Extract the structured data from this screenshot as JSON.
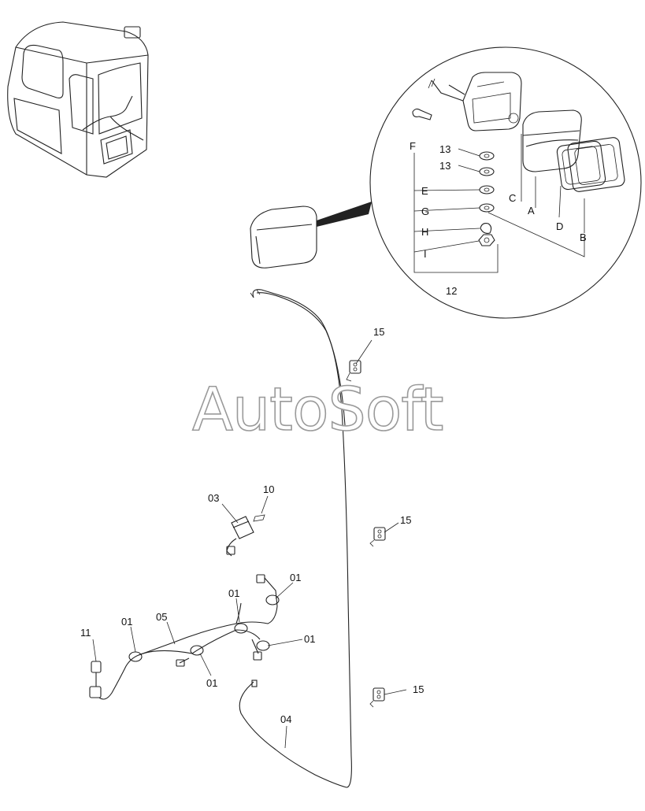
{
  "watermark": "AutoSoft",
  "callouts": {
    "detail": {
      "F": "F",
      "n13a": "13",
      "n13b": "13",
      "E": "E",
      "G": "G",
      "H": "H",
      "I": "I",
      "n12": "12",
      "C": "C",
      "A": "A",
      "D": "D",
      "B": "B"
    },
    "bracket_top": "15",
    "bracket_mid": "15",
    "bracket_bot": "15",
    "switch": "03",
    "pin": "10",
    "clamp_top_right": "01",
    "clamp_center": "01",
    "clamp_right": "01",
    "clamp_left": "01",
    "clamp_bottom": "01",
    "harness": "05",
    "connector": "11",
    "cable": "04"
  }
}
